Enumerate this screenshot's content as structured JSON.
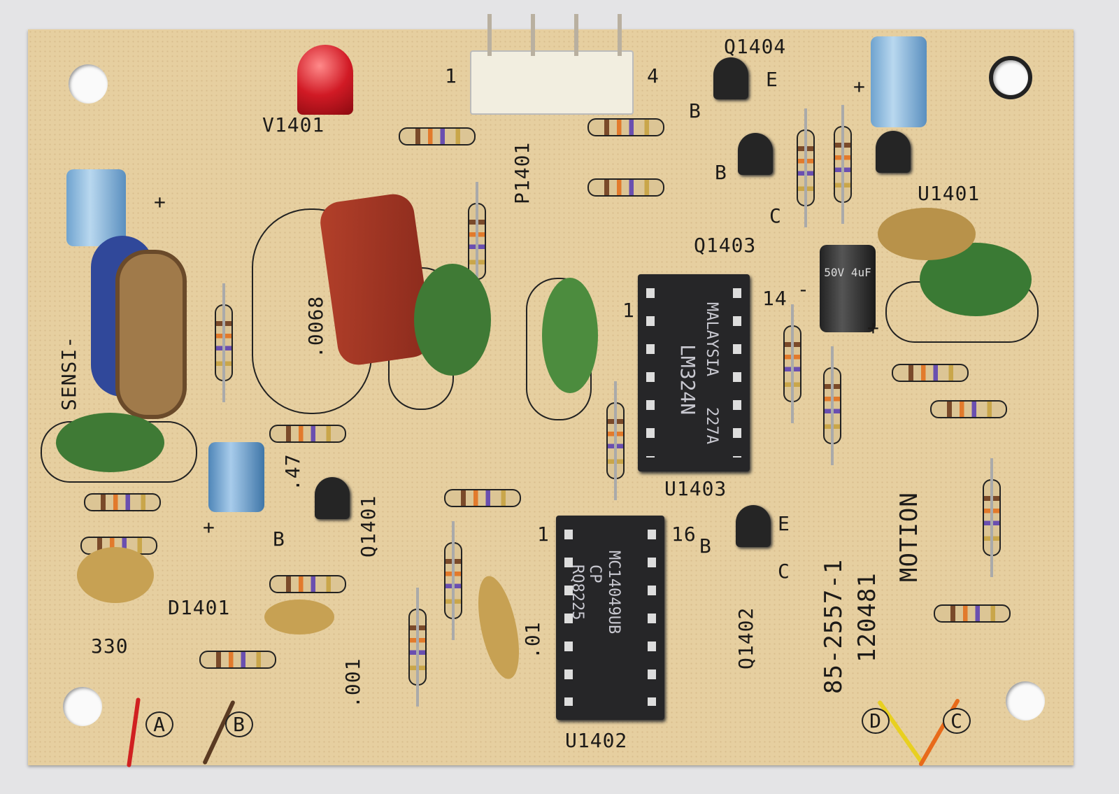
{
  "silkscreen": {
    "q1404": "Q1404",
    "q1403": "Q1403",
    "q1401": "Q1401",
    "q1402": "Q1402",
    "u1401": "U1401",
    "u1402": "U1402",
    "u1403": "U1403",
    "v1401": "V1401",
    "p1401": "P1401",
    "d1401": "D1401",
    "sensi": "SENSI-",
    "cap_0068": ".0068",
    "cap_47": ".47",
    "cap_001": ".001",
    "cap_01": ".01",
    "cap_330": "330",
    "part_number": "85-2557-1",
    "date_code": "120481",
    "motion": "MOTION",
    "pin_1": "1",
    "pin_4": "4",
    "pin_14": "14",
    "pin_16": "16",
    "e": "E",
    "b": "B",
    "c": "C",
    "plus": "+",
    "minus": "-",
    "term_a": "A",
    "term_b": "B",
    "term_c": "C",
    "term_d": "D"
  },
  "chips": {
    "lm324": {
      "maker": "MALAYSIA",
      "part": "LM324N",
      "code": "227A"
    },
    "mc14049": {
      "part": "MC14049UB",
      "code": "CP RQ8225"
    }
  },
  "capacitor_rating": "50V 4uF",
  "colors": {
    "board": "#e6cfa0",
    "wire_red": "#d02020",
    "wire_brown": "#5a3a22",
    "wire_yellow": "#e8d020",
    "wire_orange": "#e86a1a"
  }
}
